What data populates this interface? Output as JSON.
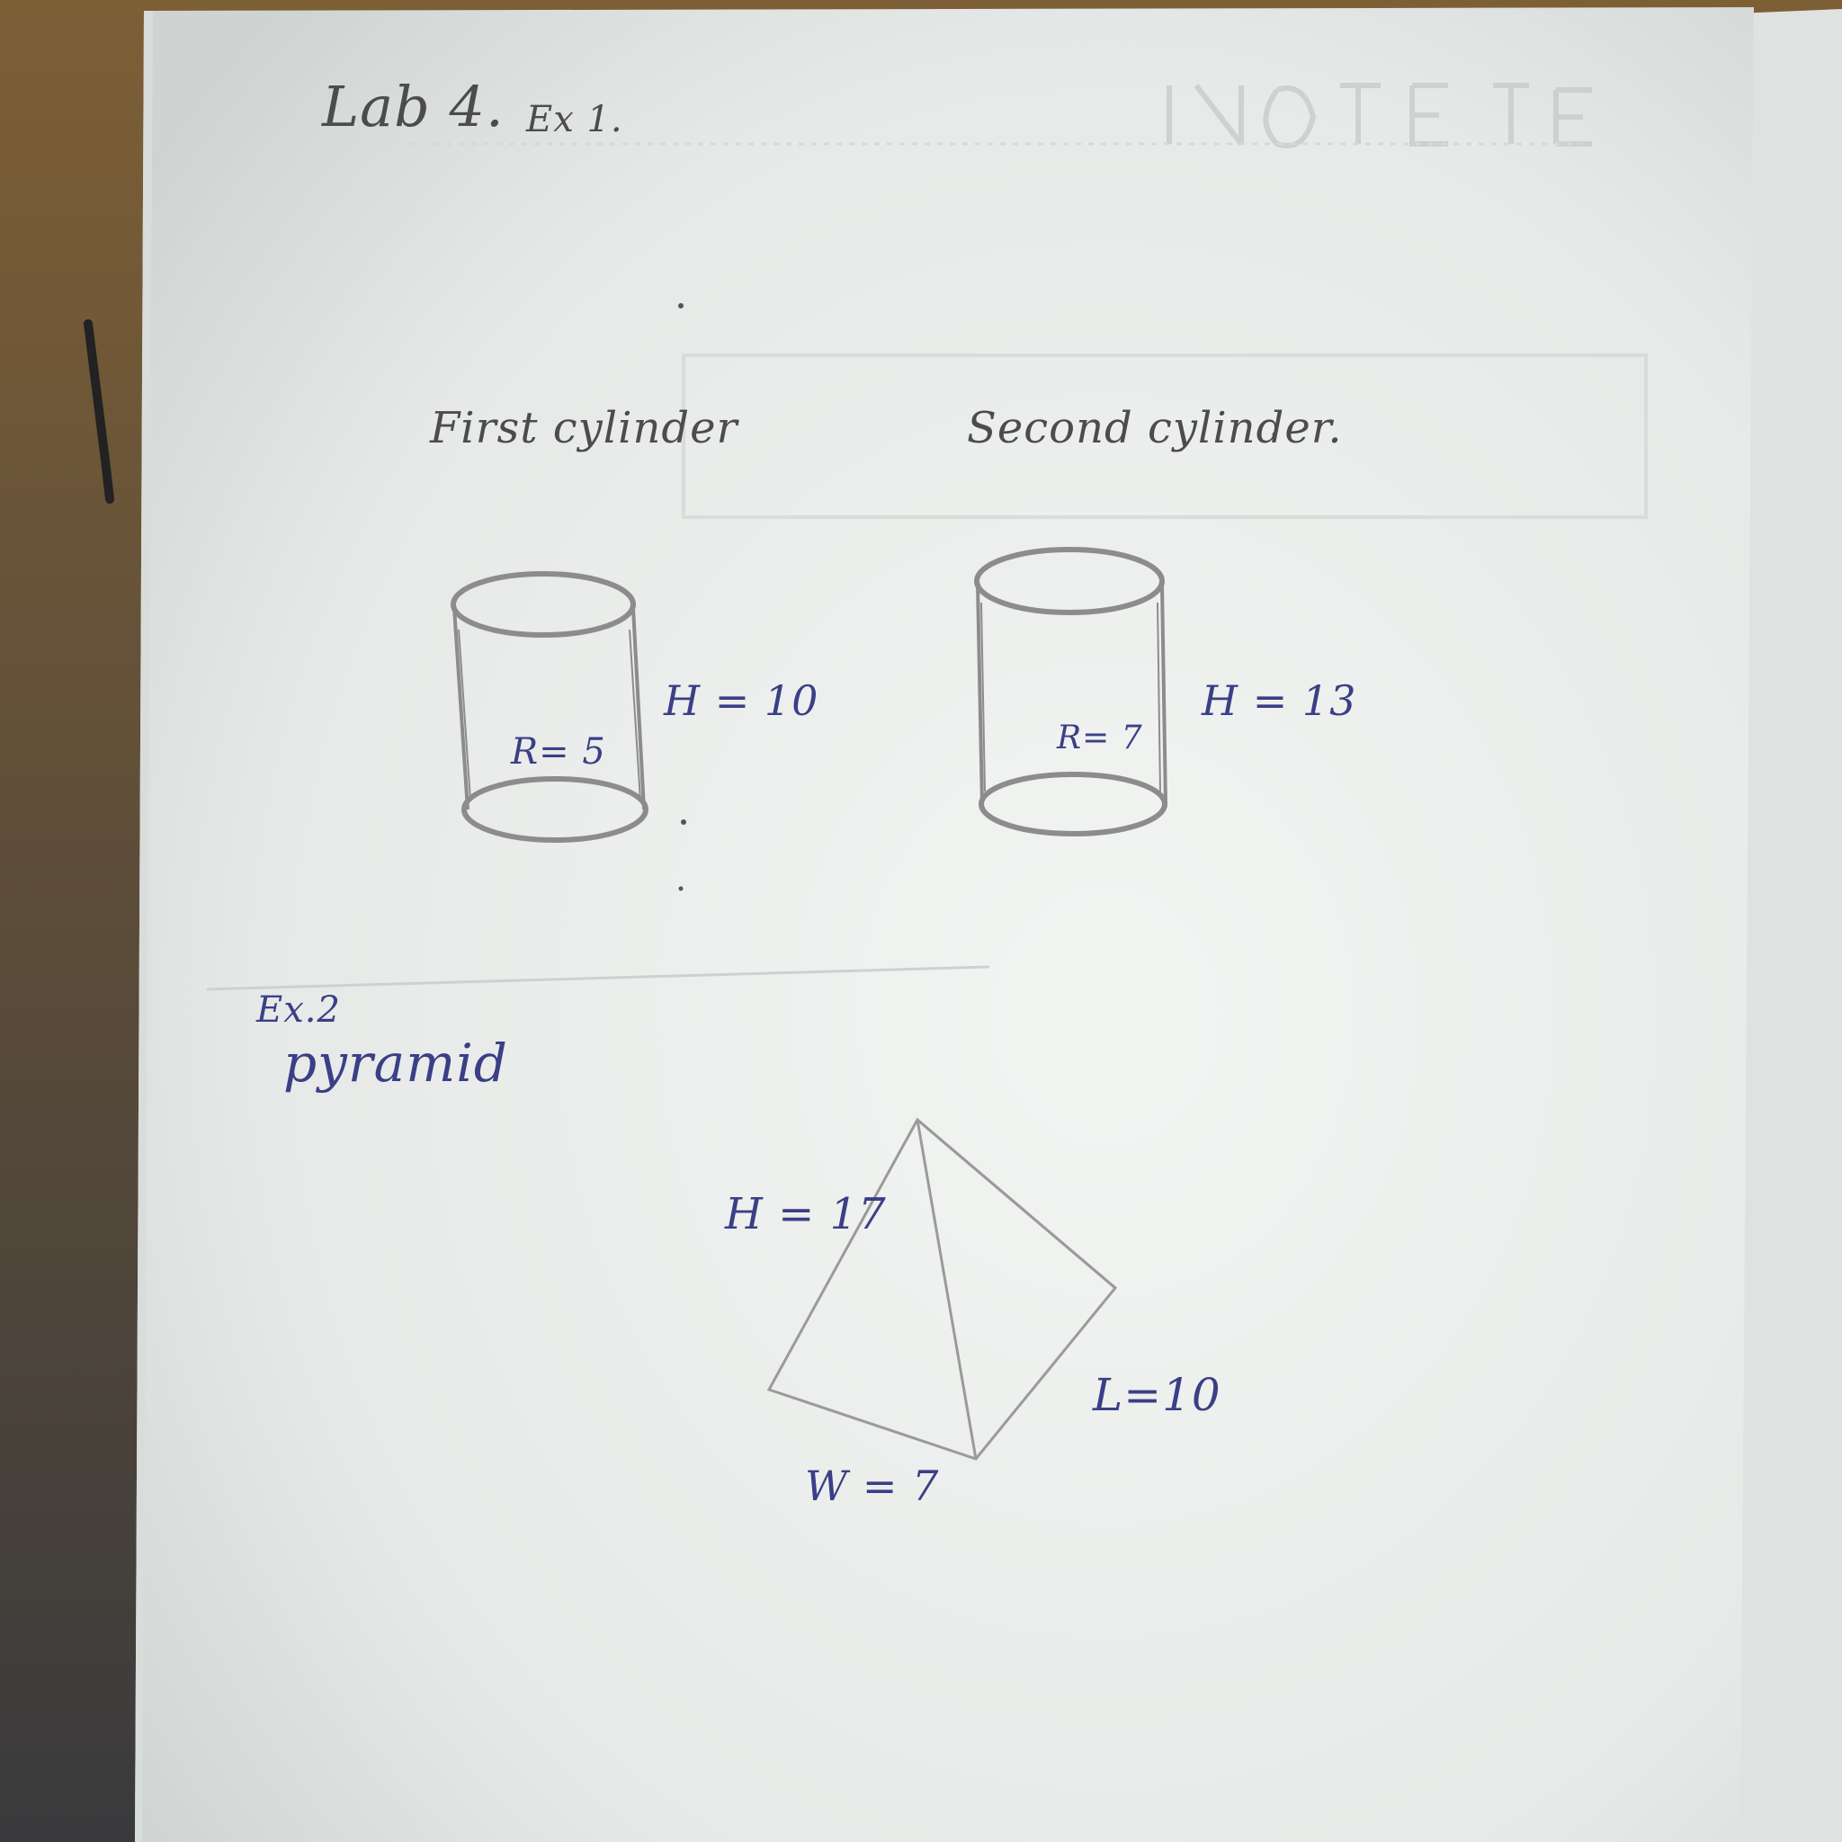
{
  "note": {
    "title": "Lab 4.",
    "exercise1": {
      "label": "Ex 1.",
      "first_cylinder": {
        "label": "First cylinder",
        "height": "H = 10",
        "radius": "R= 5"
      },
      "second_cylinder": {
        "label": "Second cylinder.",
        "height": "H = 13",
        "radius": "R= 7"
      }
    },
    "exercise2": {
      "label": "Ex.2",
      "shape_label": "pyramid",
      "height": "H = 17",
      "length": "L=10",
      "width": "W = 7"
    }
  },
  "colors": {
    "desk": "#8a6a3f",
    "paper": "#e9ecea",
    "pencil": "#4c4c4c",
    "ink": "#3a3f86"
  }
}
